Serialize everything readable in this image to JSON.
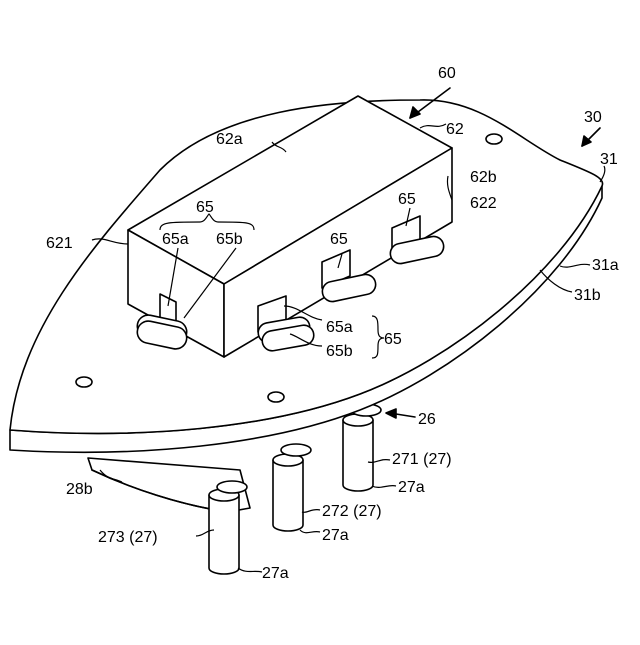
{
  "labels": {
    "assembly": "60",
    "device": "30",
    "plate": "31",
    "plate_top_face": "31a",
    "plate_bottom_face": "31b",
    "housing": "62",
    "housing_top": "62a",
    "housing_side_b": "62b",
    "housing_end": "622",
    "housing_front": "621",
    "terminal_group_top": "65",
    "terminal_top_a": "65a",
    "terminal_top_b": "65b",
    "terminal_mid": "65",
    "terminal_right": "65",
    "terminal_callout_a": "65a",
    "terminal_callout_b": "65b",
    "terminal_callout_group": "65",
    "pin_assembly": "26",
    "pin_271": "271 (27)",
    "pin_272": "272 (27)",
    "pin_273": "273 (27)",
    "pin_tip_1": "27a",
    "pin_tip_2": "27a",
    "pin_tip_3": "27a",
    "base": "28b"
  }
}
